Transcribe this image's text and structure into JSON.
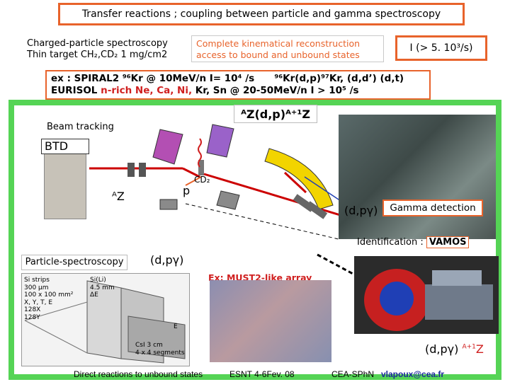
{
  "title": "Transfer reactions ; coupling between particle and gamma spectroscopy",
  "left_note": {
    "line1": "Charged-particle spectroscopy",
    "line2": "Thin target CH₂,CD₂ 1 mg/cm2"
  },
  "kinematic": {
    "line1": "Complete kinematical reconstruction",
    "line2": "access to bound and unbound states"
  },
  "intensity": "I (> 5. 10³/s)",
  "example": {
    "line1_prefix": "ex : SPIRAL2 ",
    "line1_kr": "⁹⁶Kr @ 10MeV/n  I= 10⁴ /s",
    "line1_reaction": "⁹⁶Kr(d,p)⁹⁷Kr, (d,d’) (d,t)",
    "line2_prefix": "EURISOL ",
    "line2_red": "n-rich Ne, Ca, Ni,",
    "line2_rest": " Kr, Sn @ 20-50MeV/n  I > 10⁵ /s"
  },
  "reaction_label": "ᴬZ(d,p)ᴬ⁺¹Z",
  "beam_tracking": "Beam tracking",
  "btd": "BTD",
  "az": "ᴬZ",
  "p": "p",
  "cd2": "CD₂",
  "dpg_top": "(d,pγ)",
  "gamma_detection": "Gamma detection",
  "identification": "Identification : ",
  "vamos": "VAMOS",
  "particle_spectroscopy": "Particle-spectroscopy",
  "dpg_mid": "(d,pγ)",
  "must2": "Ex: MUST2-like array",
  "must_text": [
    "Si strips",
    "300 µm",
    "100 x 100 mm²",
    "X, Y, T, E",
    "128X",
    "128Y",
    "Si(Li)",
    "4.5 mm",
    "ΔE",
    "CsI 3 cm",
    "4 x 4 segments",
    "E"
  ],
  "dpg_bot": "(d,pγ)",
  "dpg_bot_sup": "A+1",
  "dpg_bot_z": "Z",
  "footer": {
    "f1": "Direct reactions to unbound states",
    "f2": "ESNT 4-6Fev. 08",
    "f3": "CEA-SPhN",
    "f4": "vlapoux@cea.fr"
  },
  "colors": {
    "frame_green": "#55d455",
    "accent_orange": "#e8632b",
    "red": "#d02020",
    "blue": "#1f3fb5"
  }
}
